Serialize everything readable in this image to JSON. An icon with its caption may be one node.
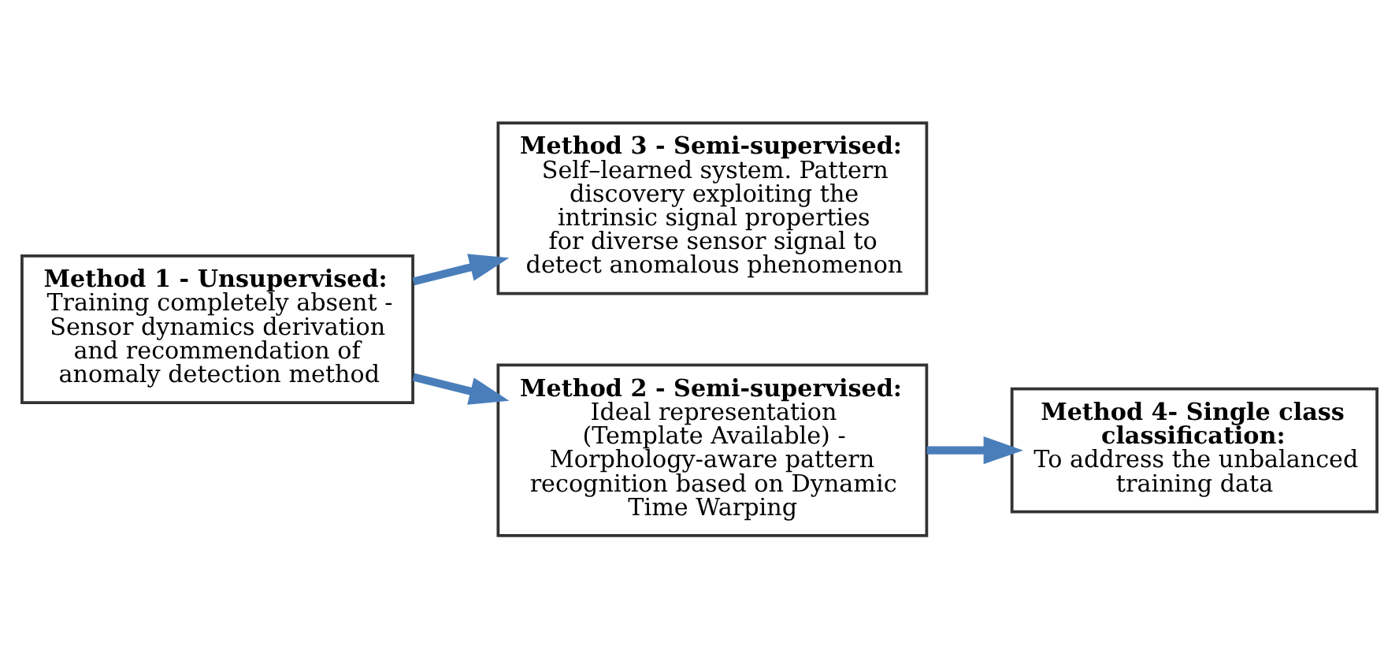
{
  "diagram": {
    "nodes": [
      {
        "text": [
          "Method 3 - Semi-supervised:",
          "Self–learned system. Pattern discovery exploiting the intrinsic signal properties for diverse sensor signal to detect anomalous phenomenon"
        ]
      },
      {
        "text": [
          "Method 2 - Semi-supervised:",
          "Ideal representation (Template Available) - Morphology-aware pattern recognition based on Dynamic Time Warping"
        ]
      },
      {
        "text": [
          "Method 1 - Unsupervised:",
          "Training completely absent - Sensor dynamics derivation and recommendation of anomaly detection method"
        ]
      },
      {
        "text": [
          "Method 4- Single class classification:",
          "To address the unbalanced training data"
        ]
      }
    ],
    "edges": [
      {
        "from": 2,
        "to": 1,
        "arrow": "to"
      },
      {
        "from": 1,
        "to": 3,
        "arrow": "to"
      },
      {
        "from": 2,
        "to": 0,
        "arrow": "to"
      }
    ]
  }
}
